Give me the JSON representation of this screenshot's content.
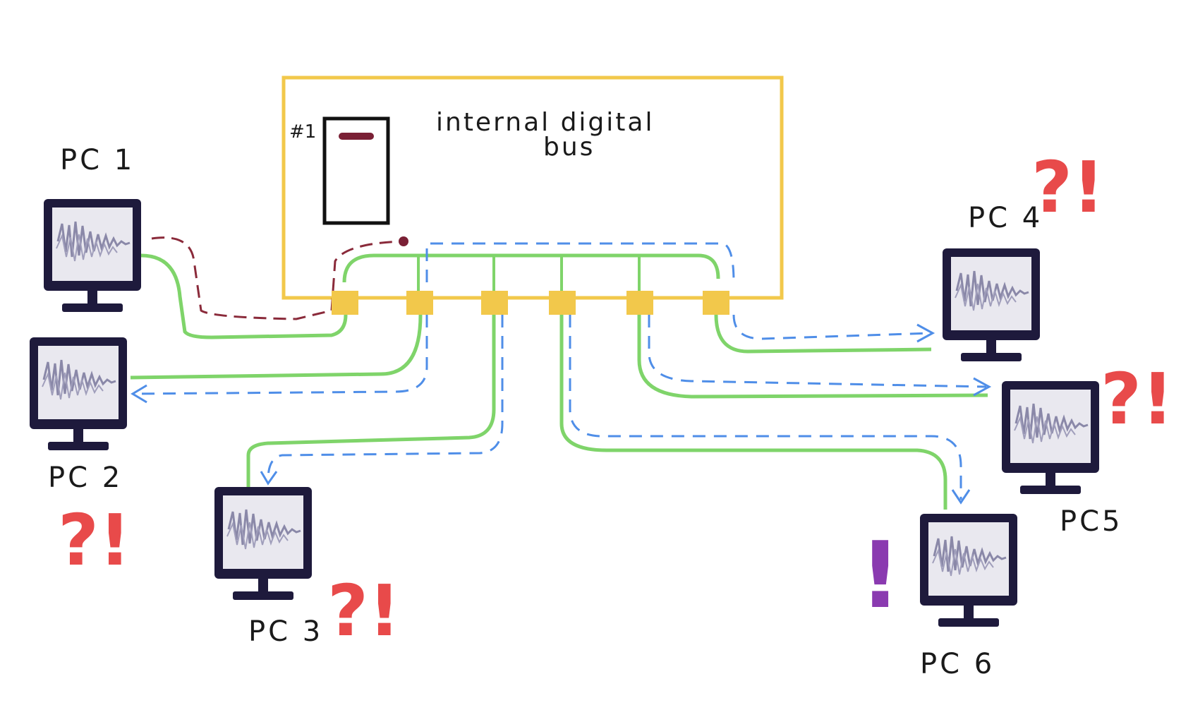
{
  "switch": {
    "title_line1": "internal digital",
    "title_line2": "bus",
    "card_label": "#1",
    "port_count": 6
  },
  "pcs": [
    {
      "id": "pc1",
      "label": "PC 1"
    },
    {
      "id": "pc2",
      "label": "PC 2"
    },
    {
      "id": "pc3",
      "label": "PC 3"
    },
    {
      "id": "pc4",
      "label": "PC 4"
    },
    {
      "id": "pc5",
      "label": "PC5"
    },
    {
      "id": "pc6",
      "label": "PC 6"
    }
  ],
  "colors": {
    "switch_box": "#f2c84b",
    "port": "#f2c84b",
    "cable": "#7fd46a",
    "unicast_to_card": "#8a2a3a",
    "broadcast": "#4f8ee8",
    "monitor": "#1e1a3c",
    "screen_scribble": "#8a88a8",
    "confused_mark": "#e84a4a",
    "alert_mark": "#8a3ab0"
  },
  "marks": {
    "confused": "?!",
    "alert": "!"
  }
}
